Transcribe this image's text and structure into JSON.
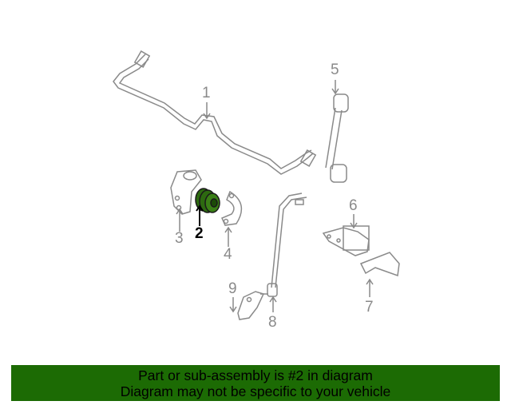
{
  "callouts": [
    "1",
    "2",
    "3",
    "4",
    "5",
    "6",
    "7",
    "8",
    "9"
  ],
  "selected_part": "2",
  "banner": {
    "line1": "Part or sub-assembly is #2 in diagram",
    "line2": "Diagram may not be specific to your vehicle"
  },
  "colors": {
    "banner": "#1c6b04",
    "highlight": "#2d6a10",
    "line": "#8a8a8a"
  }
}
